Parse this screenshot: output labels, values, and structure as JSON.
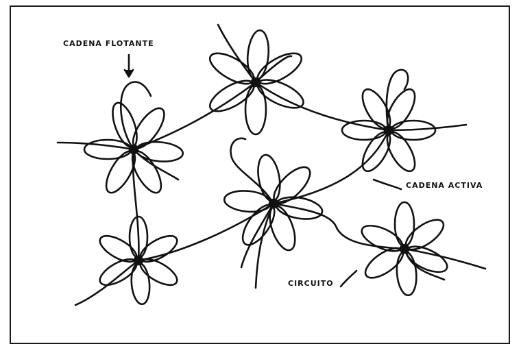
{
  "labels": {
    "floating_chain": "CADENA FLOTANTE",
    "active_chain": "CADENA ACTIVA",
    "loop": "CIRCUITO"
  },
  "colors": {
    "ink": "#111111",
    "background": "#ffffff"
  }
}
